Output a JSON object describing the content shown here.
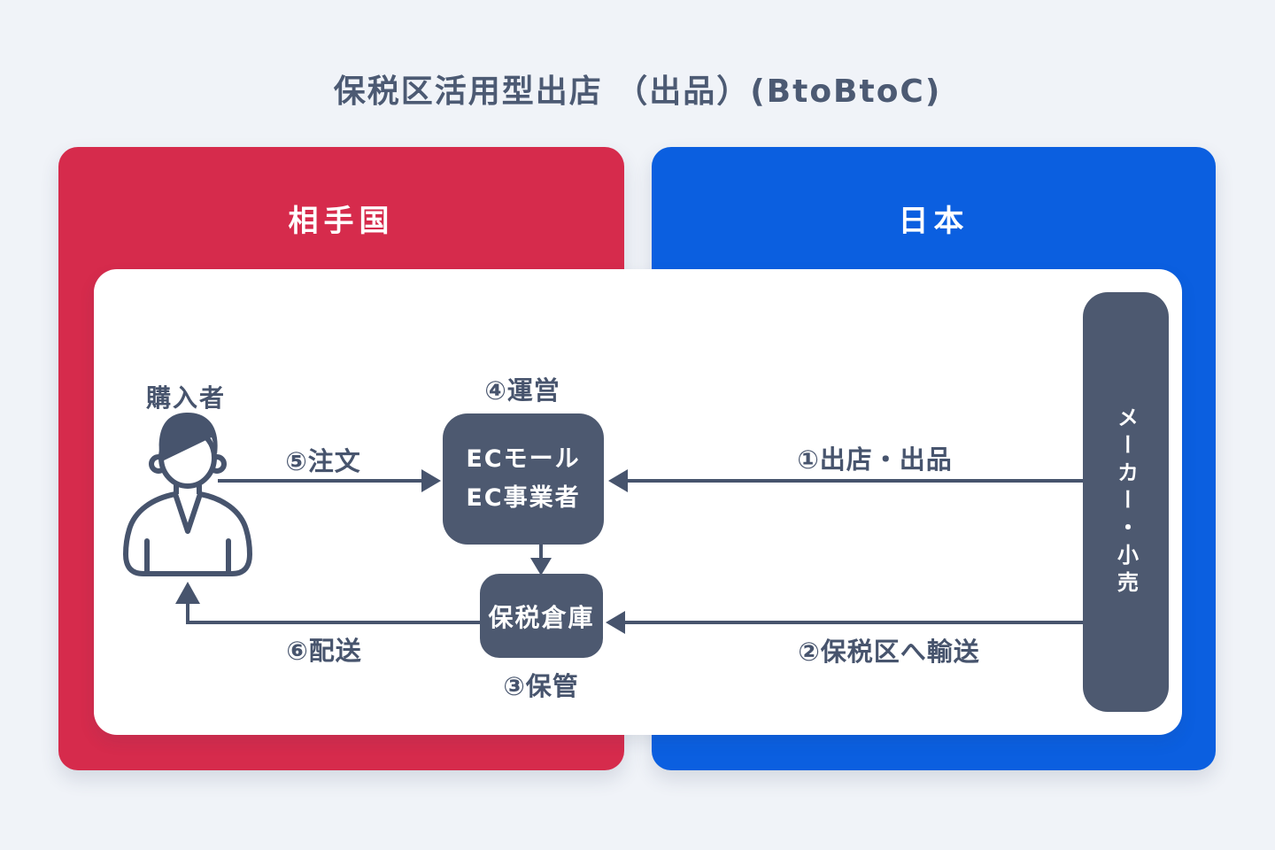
{
  "title": "保税区活用型出店 （出品）(BtoBtoC)",
  "regions": {
    "partner": {
      "label": "相手国",
      "color": "#d62b4c"
    },
    "japan": {
      "label": "日本",
      "color": "#0b5fe0"
    }
  },
  "nodes": {
    "buyer": {
      "label": "購入者"
    },
    "ec": {
      "line1": "ECモール",
      "line2": "EC事業者"
    },
    "warehouse": {
      "label": "保税倉庫"
    },
    "maker": {
      "label": "メーカー・小売"
    }
  },
  "steps": {
    "s1": {
      "label": "①出店・出品"
    },
    "s2": {
      "label": "②保税区へ輸送"
    },
    "s3": {
      "label": "③保管"
    },
    "s4": {
      "label": "④運営"
    },
    "s5": {
      "label": "⑤注文"
    },
    "s6": {
      "label": "⑥配送"
    }
  },
  "colors": {
    "background": "#f0f3f8",
    "panel_red": "#d62b4c",
    "panel_blue": "#0b5fe0",
    "node_slate": "#4d5970",
    "ink": "#47546d",
    "white": "#ffffff"
  }
}
